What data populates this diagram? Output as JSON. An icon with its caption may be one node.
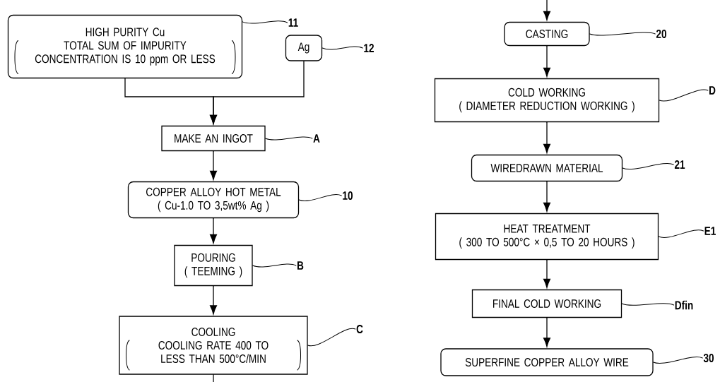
{
  "diagram": {
    "nodes": [
      {
        "text": [
          "HIGH PURITY Cu",
          "TOTAL SUM OF IMPURITY CONCENTRATION IS 10 ppm OR LESS"
        ]
      },
      {
        "text": [
          "Ag"
        ]
      },
      {
        "text": [
          "MAKE AN INGOT"
        ]
      },
      {
        "text": [
          "COPPER ALLOY HOT METAL",
          "( Cu-1.0 TO 3,5wt% Ag )"
        ]
      },
      {
        "text": [
          "POURING",
          "( TEEMING )"
        ]
      },
      {
        "text": [
          "COOLING",
          "COOLING RATE 400 TO LESS THAN 500°C/MIN"
        ]
      },
      {
        "text": [
          "CASTING"
        ]
      },
      {
        "text": [
          "COLD WORKING",
          "( DIAMETER REDUCTION WORKING )"
        ]
      },
      {
        "text": [
          "WIREDRAWN MATERIAL"
        ]
      },
      {
        "text": [
          "HEAT TREATMENT",
          "( 300 TO 500°C × 0,5 TO 20 HOURS )"
        ]
      },
      {
        "text": [
          "FINAL COLD WORKING"
        ]
      },
      {
        "text": [
          "SUPERFINE COPPER ALLOY WIRE"
        ]
      },
      {
        "text": [
          "11"
        ]
      },
      {
        "text": [
          "12"
        ]
      },
      {
        "text": [
          "A"
        ]
      },
      {
        "text": [
          "10"
        ]
      },
      {
        "text": [
          "B"
        ]
      },
      {
        "text": [
          "C"
        ]
      },
      {
        "text": [
          "20"
        ]
      },
      {
        "text": [
          "D"
        ]
      },
      {
        "text": [
          "21"
        ]
      },
      {
        "text": [
          "E1"
        ]
      },
      {
        "text": [
          "Dfin"
        ]
      },
      {
        "text": [
          "30"
        ]
      }
    ],
    "edges": [
      {
        "from": 0,
        "to": 2,
        "arrow": "to"
      },
      {
        "from": 1,
        "to": 2,
        "arrow": "to"
      },
      {
        "from": 2,
        "to": 3,
        "arrow": "to"
      },
      {
        "from": 3,
        "to": 4,
        "arrow": "to"
      },
      {
        "from": 4,
        "to": 5,
        "arrow": "to"
      },
      {
        "from": 5,
        "to": null,
        "arrow": "none"
      },
      {
        "from": null,
        "to": 6,
        "arrow": "to"
      },
      {
        "from": 6,
        "to": 7,
        "arrow": "to"
      },
      {
        "from": 7,
        "to": 8,
        "arrow": "to"
      },
      {
        "from": 8,
        "to": 9,
        "arrow": "to"
      },
      {
        "from": 9,
        "to": 10,
        "arrow": "to"
      },
      {
        "from": 10,
        "to": 11,
        "arrow": "to"
      },
      {
        "from": 12,
        "to": 0,
        "arrow": "none"
      },
      {
        "from": 13,
        "to": 1,
        "arrow": "none"
      },
      {
        "from": 14,
        "to": 2,
        "arrow": "none"
      },
      {
        "from": 15,
        "to": 3,
        "arrow": "none"
      },
      {
        "from": 16,
        "to": 4,
        "arrow": "none"
      },
      {
        "from": 17,
        "to": 5,
        "arrow": "none"
      },
      {
        "from": 18,
        "to": 6,
        "arrow": "none"
      },
      {
        "from": 19,
        "to": 7,
        "arrow": "none"
      },
      {
        "from": 20,
        "to": 8,
        "arrow": "none"
      },
      {
        "from": 21,
        "to": 9,
        "arrow": "none"
      },
      {
        "from": 22,
        "to": 10,
        "arrow": "none"
      },
      {
        "from": 23,
        "to": 11,
        "arrow": "none"
      }
    ]
  }
}
